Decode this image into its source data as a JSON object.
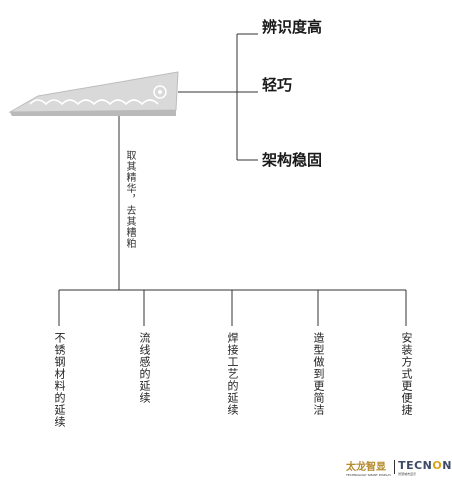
{
  "top_features": [
    "辨识度高",
    "轻巧",
    "架构稳固"
  ],
  "slogan": "取其精华，去其糟粕",
  "bottom_features": [
    "不锈钢材料的延续",
    "流线感的延续",
    "焊接工艺的延续",
    "造型做到更简洁",
    "安装方式更便捷"
  ],
  "brand": {
    "cn_name": "太龙智显",
    "cn_sub": "TECHNOLOGY SMART DISPLAY",
    "en_prefix": "TECN",
    "en_o": "O",
    "en_suffix": "N",
    "en_sub": "智慧城市显示"
  },
  "colors": {
    "line": "#333333",
    "sign": "#d8d8d8",
    "brand_gold": "#b48a2b",
    "brand_blue": "#3c4a66"
  }
}
